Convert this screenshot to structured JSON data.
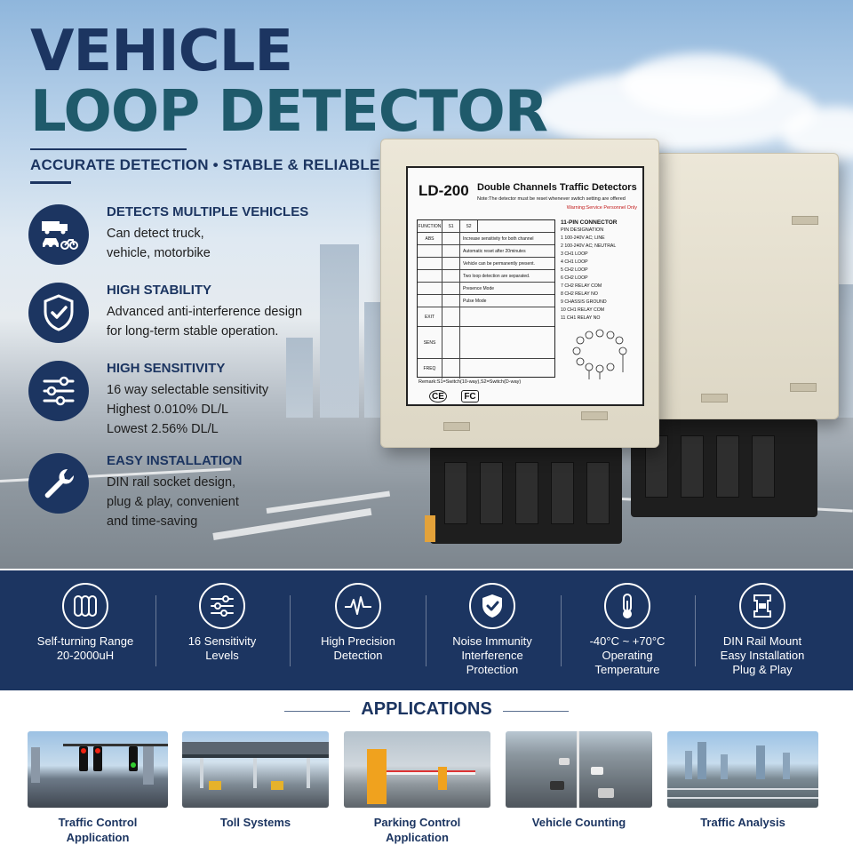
{
  "hero": {
    "title_line1": "VEHICLE",
    "title_line2": "LOOP DETECTOR",
    "tagline": "ACCURATE DETECTION • STABLE & RELIABLE"
  },
  "features": [
    {
      "icon": "vehicles-icon",
      "title": "DETECTS MULTIPLE VEHICLES",
      "lines": [
        "Can detect truck,",
        "vehicle, motorbike"
      ]
    },
    {
      "icon": "shield-check-icon",
      "title": "HIGH STABILITY",
      "lines": [
        "Advanced anti-interference design",
        "for long-term stable operation."
      ]
    },
    {
      "icon": "sliders-icon",
      "title": "HIGH SENSITIVITY",
      "lines": [
        "16 way selectable sensitivity",
        "Highest 0.010% DL/L",
        "Lowest 2.56% DL/L"
      ]
    },
    {
      "icon": "wrench-icon",
      "title": "EASY INSTALLATION",
      "lines": [
        "DIN rail socket design,",
        "plug & play, convenient",
        "and time-saving"
      ]
    }
  ],
  "device_label": {
    "model": "LD-200",
    "name": "Double Channels Traffic Detectors",
    "note": "Note:The detector must be reset whenever switch setting are offered",
    "warning": "Warning:Service Personnel Only",
    "table_header": [
      "FUNCTION",
      "S1",
      "S2"
    ],
    "table_rows": [
      "ABS",
      "EXIT",
      "SENS",
      "FREQ"
    ],
    "row_texts": [
      "Increase sensitivity for both channel",
      "Automatic reset after 20minutes",
      "Vehicle can be permanently present.",
      "Two loop detection are separated.",
      "Presence Mode",
      "Pulse Mode"
    ],
    "pins_title": "11-PIN CONNECTOR",
    "pins_header": "PIN  DESIGNATION",
    "pins": [
      "1  100-240V AC; LINE",
      "2  100-240V AC; NEUTRAL",
      "3  CH1 LOOP",
      "4  CH1 LOOP",
      "5  CH2 LOOP",
      "6  CH2 LOOP",
      "7  CH2 RELAY COM",
      "8  CH2 RELAY NO",
      "9  CHASSIS GROUND",
      "10  CH1 RELAY COM",
      "11  CH1 RELAY NO"
    ],
    "remark": "Remark:S1=Switch(10-way),S2=Switch(D-way)",
    "cert_ce": "CE",
    "cert_fc": "FC"
  },
  "specs": [
    {
      "icon": "coil-icon",
      "lines": [
        "Self-turning Range",
        "20-2000uH"
      ]
    },
    {
      "icon": "sliders-icon",
      "lines": [
        "16 Sensitivity",
        "Levels"
      ]
    },
    {
      "icon": "pulse-icon",
      "lines": [
        "High Precision",
        "Detection"
      ]
    },
    {
      "icon": "shield-check-icon",
      "lines": [
        "Noise Immunity",
        "Interference",
        "Protection"
      ]
    },
    {
      "icon": "thermometer-icon",
      "lines": [
        "-40°C ~ +70°C",
        "Operating",
        "Temperature"
      ]
    },
    {
      "icon": "din-rail-icon",
      "lines": [
        "DIN Rail Mount",
        "Easy Installation",
        "Plug & Play"
      ]
    }
  ],
  "applications": {
    "title": "APPLICATIONS",
    "items": [
      {
        "lines": [
          "Traffic Control",
          "Application"
        ]
      },
      {
        "lines": [
          "Toll Systems"
        ]
      },
      {
        "lines": [
          "Parking Control",
          "Application"
        ]
      },
      {
        "lines": [
          "Vehicle Counting"
        ]
      },
      {
        "lines": [
          "Traffic Analysis"
        ]
      }
    ]
  },
  "colors": {
    "navy": "#1c3561",
    "teal": "#1f5a6b"
  }
}
